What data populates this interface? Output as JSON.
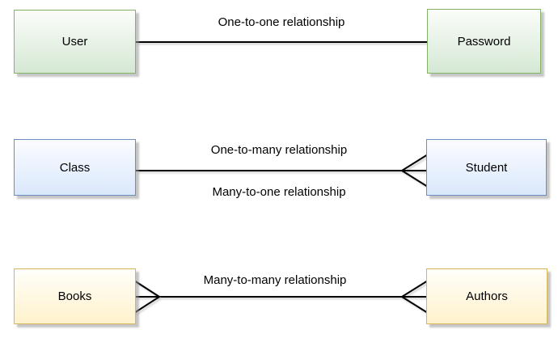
{
  "canvas": {
    "background": "#ffffff",
    "connector_color": "#000000",
    "text_color": "#000000"
  },
  "relationships": [
    {
      "id": "one-to-one",
      "left_entity": {
        "label": "User"
      },
      "right_entity": {
        "label": "Password"
      },
      "labels": {
        "above": "One-to-one relationship"
      },
      "left_cardinality": "one",
      "right_cardinality": "one",
      "style": {
        "fill_top": "#fbfdfa",
        "fill_bottom": "#d5e8d4",
        "stroke": "#82b366"
      }
    },
    {
      "id": "one-to-many",
      "left_entity": {
        "label": "Class"
      },
      "right_entity": {
        "label": "Student"
      },
      "labels": {
        "above": "One-to-many relationship",
        "below": "Many-to-one relationship"
      },
      "left_cardinality": "one",
      "right_cardinality": "many",
      "style": {
        "fill_top": "#fbfcfe",
        "fill_bottom": "#dae8fc",
        "stroke": "#6c8ebf"
      }
    },
    {
      "id": "many-to-many",
      "left_entity": {
        "label": "Books"
      },
      "right_entity": {
        "label": "Authors"
      },
      "labels": {
        "above": "Many-to-many relationship"
      },
      "left_cardinality": "many",
      "right_cardinality": "many",
      "style": {
        "fill_top": "#fffefa",
        "fill_bottom": "#fff2cc",
        "stroke": "#d6b656"
      }
    }
  ]
}
